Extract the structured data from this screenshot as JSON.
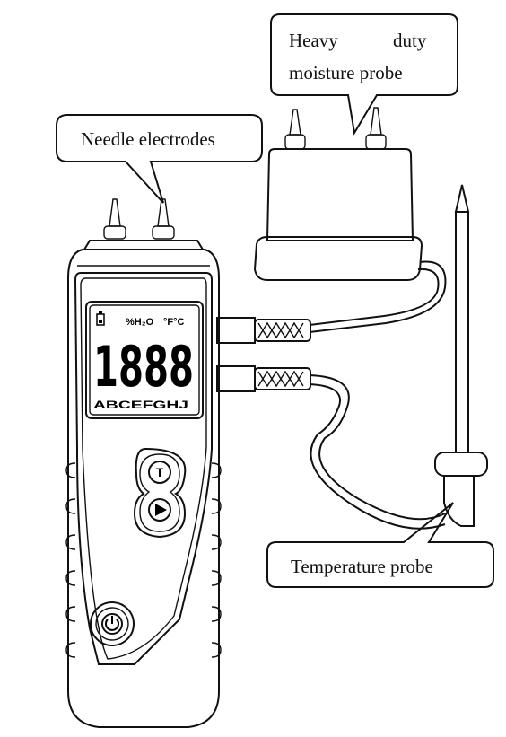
{
  "callouts": {
    "needle": "Needle electrodes",
    "heavy_line1": "Heavy",
    "heavy_line1_b": "duty",
    "heavy_line2": "moisture probe",
    "temperature": "Temperature probe"
  },
  "display": {
    "battery_icon": "battery-icon",
    "unit_water": "%H₂O",
    "unit_temp": "°F°C",
    "digits": "1888",
    "modes": "ABCEFGHJ"
  },
  "buttons": {
    "t_label": "T",
    "play_icon": "play-icon",
    "power_icon": "power-icon"
  }
}
